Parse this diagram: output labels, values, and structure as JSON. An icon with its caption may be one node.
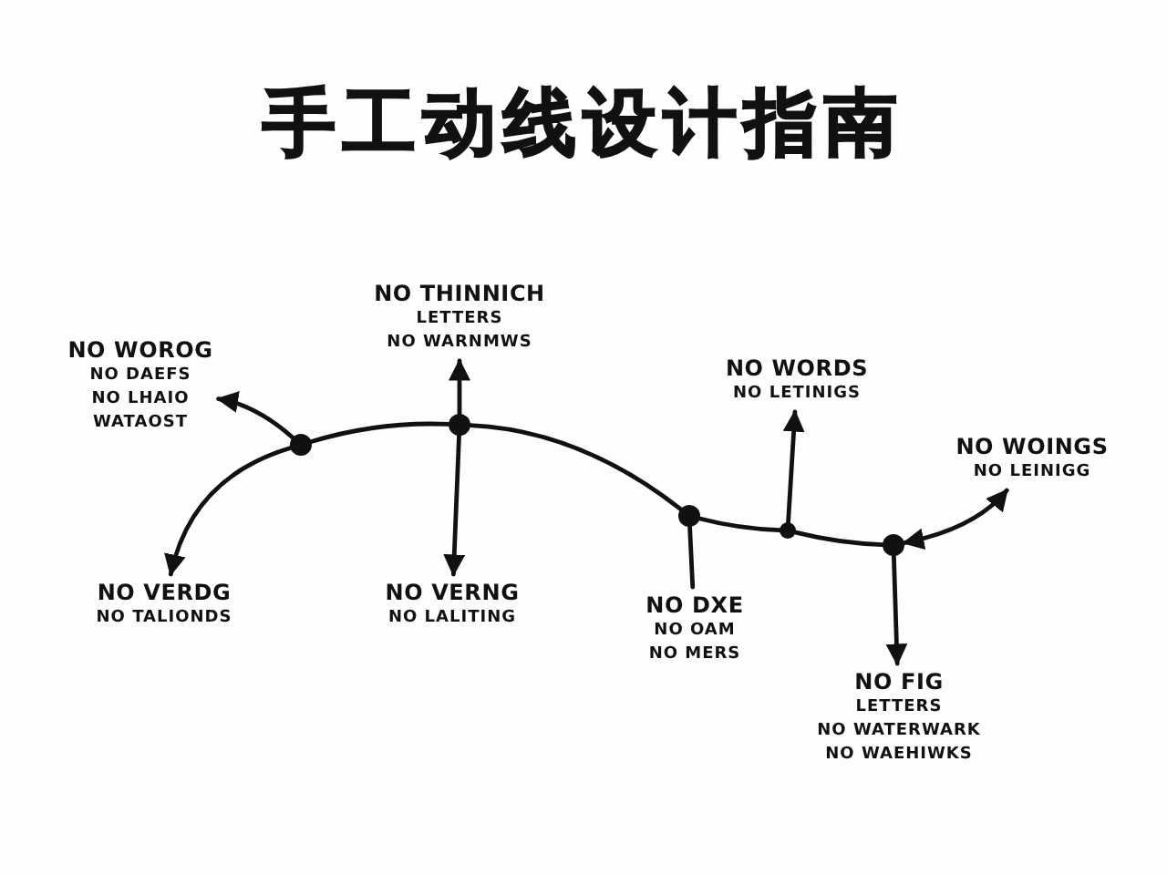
{
  "diagram": {
    "title": "手工动线设计指南",
    "nodes": [
      {
        "text": [
          "NO WOROG",
          "NO DAEFS",
          "NO LHAIO",
          "WATAOST"
        ]
      },
      {
        "text": [],
        "shape": "circle"
      },
      {
        "text": [
          "NO VERDG",
          "NO TALIONDS"
        ]
      },
      {
        "text": [
          "NO THINNICH",
          "LETTERS",
          "NO WARNMWS"
        ]
      },
      {
        "text": [],
        "shape": "circle"
      },
      {
        "text": [
          "NO VERNG",
          "NO LALITING"
        ]
      },
      {
        "text": [],
        "shape": "circle"
      },
      {
        "text": [
          "NO DXE",
          "NO OAM",
          "NO MERS"
        ]
      },
      {
        "text": [
          "NO WORDS",
          "NO LETINIGS"
        ]
      },
      {
        "text": [],
        "shape": "circle"
      },
      {
        "text": [
          "NO WOINGS",
          "NO LEINIGG"
        ]
      },
      {
        "text": [],
        "shape": "circle"
      },
      {
        "text": [
          "NO FIG",
          "LETTERS",
          "NO WATERWARK",
          "NO WAEHIWKS"
        ]
      }
    ],
    "edges": [
      {
        "from": 1,
        "to": 4,
        "arrow": "none"
      },
      {
        "from": 4,
        "to": 6,
        "arrow": "none"
      },
      {
        "from": 6,
        "to": 9,
        "arrow": "none"
      },
      {
        "from": 9,
        "to": 11,
        "arrow": "none"
      },
      {
        "from": 1,
        "to": 0,
        "arrow": "to"
      },
      {
        "from": 1,
        "to": 2,
        "arrow": "to"
      },
      {
        "from": 4,
        "to": 3,
        "arrow": "to"
      },
      {
        "from": 4,
        "to": 5,
        "arrow": "to"
      },
      {
        "from": 6,
        "to": 7,
        "arrow": "none"
      },
      {
        "from": 9,
        "to": 8,
        "arrow": "to"
      },
      {
        "from": 11,
        "to": 10,
        "arrow": "both"
      },
      {
        "from": 11,
        "to": 12,
        "arrow": "to"
      }
    ]
  }
}
